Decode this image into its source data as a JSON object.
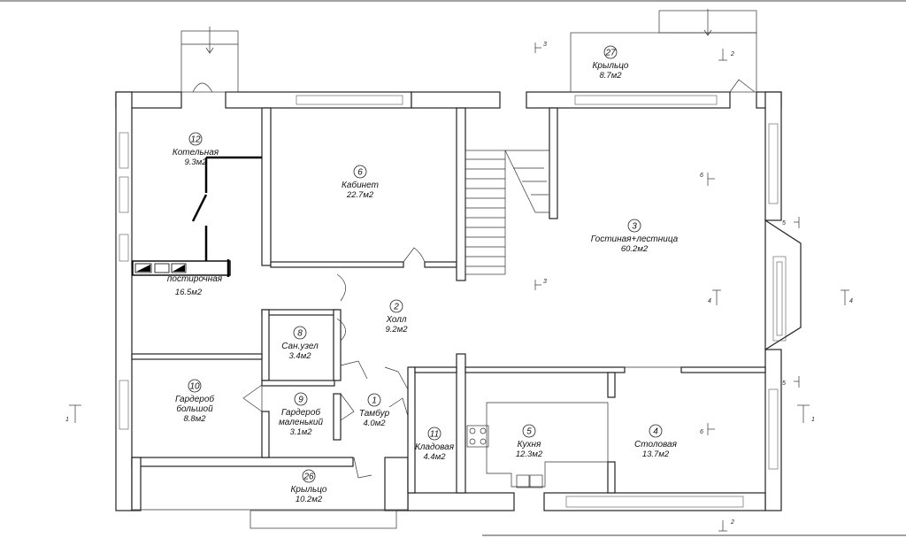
{
  "rooms": [
    {
      "id": "r12",
      "num": "12",
      "name": "Котельная",
      "area": "9.3м2"
    },
    {
      "id": "r6",
      "num": "6",
      "name": "Кабинет",
      "area": "22.7м2"
    },
    {
      "id": "r3",
      "num": "3",
      "name": "Гостиная+лестница",
      "area": "60.2м2"
    },
    {
      "id": "r27",
      "num": "27",
      "name": "Крыльцо",
      "area": "8.7м2"
    },
    {
      "id": "r7",
      "num": "",
      "name": "",
      "area": "16.5м2"
    },
    {
      "id": "r2",
      "num": "2",
      "name": "Холл",
      "area": "9.2м2"
    },
    {
      "id": "r8",
      "num": "8",
      "name": "Сан.узел",
      "area": "3.4м2"
    },
    {
      "id": "r10",
      "num": "10",
      "name": "Гардероб большой",
      "area": "8.8м2"
    },
    {
      "id": "r9",
      "num": "9",
      "name": "Гардероб маленький",
      "area": "3.1м2"
    },
    {
      "id": "r1",
      "num": "1",
      "name": "Тамбур",
      "area": "4.0м2"
    },
    {
      "id": "r11",
      "num": "11",
      "name": "Кладовая",
      "area": "4.4м2"
    },
    {
      "id": "r5",
      "num": "5",
      "name": "Кухня",
      "area": "12.3м2"
    },
    {
      "id": "r4",
      "num": "4",
      "name": "Столовая",
      "area": "13.7м2"
    },
    {
      "id": "r26",
      "num": "26",
      "name": "Крыльцо",
      "area": "10.2м2"
    }
  ],
  "partial_label": "постирочная",
  "section_marks": [
    "1",
    "1",
    "2",
    "2",
    "3",
    "3",
    "4",
    "4",
    "5",
    "5",
    "6",
    "6"
  ]
}
